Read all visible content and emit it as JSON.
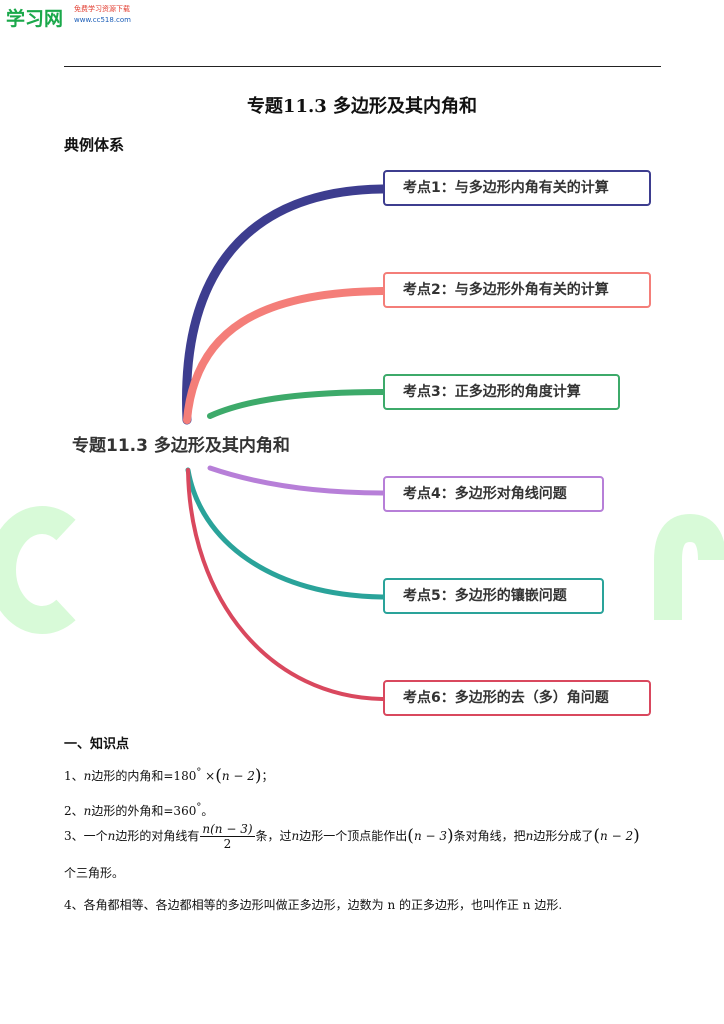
{
  "header": {
    "logo_text": "学习网",
    "logo_tagline": "免费学习资源下载",
    "logo_url": "www.cc518.com"
  },
  "title": "专题11.3  多边形及其内角和",
  "section_heading": "典例体系",
  "mindmap": {
    "root": "专题11.3 多边形及其内角和",
    "nodes": [
      {
        "label": "考点1：与多边形内角有关的计算",
        "color": "#3d3d8f"
      },
      {
        "label": "考点2：与多边形外角有关的计算",
        "color": "#f47e79"
      },
      {
        "label": "考点3：正多边形的角度计算",
        "color": "#3daa6a"
      },
      {
        "label": "考点4：多边形对角线问题",
        "color": "#b77fd8"
      },
      {
        "label": "考点5：多边形的镶嵌问题",
        "color": "#2aa39a"
      },
      {
        "label": "考点6：多边形的去（多）角问题",
        "color": "#d9485e"
      }
    ]
  },
  "knowledge": {
    "heading": "一、知识点",
    "item1": {
      "prefix": "1、",
      "text_a": "边形的内角和=180",
      "deg": "°",
      "times": " ×",
      "expr": "n − 2",
      "end": "；"
    },
    "item2": {
      "prefix": "2、",
      "text_a": "边形的外角和=360",
      "deg": "°",
      "end": "。"
    },
    "item3": {
      "prefix": "3、一个",
      "text_a": "边形的对角线有",
      "frac_num": "n(n − 3)",
      "frac_den": "2",
      "text_b": "条，过",
      "text_c": "边形一个顶点能作出",
      "expr1": "n − 3",
      "text_d": "条对角线，把",
      "text_e": "边形分成了",
      "expr2": "n − 2",
      "line2": "个三角形。"
    },
    "item4": "4、各角都相等、各边都相等的多边形叫做正多边形，边数为 n 的正多边形，也叫作正 n 边形."
  },
  "var_n": "n"
}
